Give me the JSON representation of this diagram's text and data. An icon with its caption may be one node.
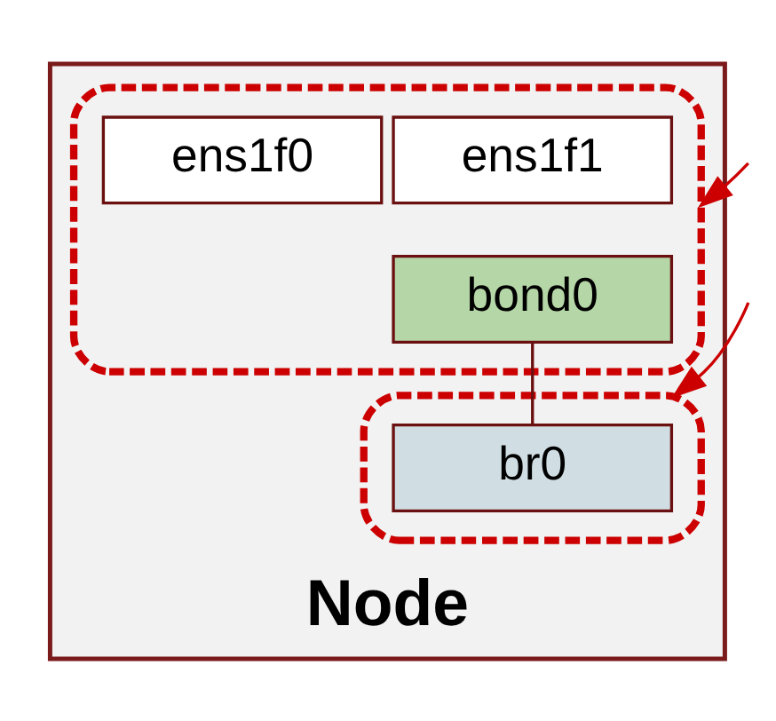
{
  "diagram": {
    "nodes": [
      {
        "text": [
          "Node"
        ]
      },
      {
        "text": [],
        "shape": "box",
        "in": 0
      },
      {
        "text": [
          "ens1f0"
        ],
        "in": 1
      },
      {
        "text": [
          "ens1f1"
        ],
        "in": 1
      },
      {
        "text": [
          "bond0"
        ],
        "in": 1
      },
      {
        "text": [],
        "shape": "box",
        "in": 0
      },
      {
        "text": [
          "br0"
        ],
        "in": 5
      }
    ],
    "edges": [
      {
        "from": 4,
        "to": 6,
        "arrow": "none",
        "color": "#6b1010"
      },
      {
        "from": null,
        "to": 1,
        "arrow": "to",
        "color": "#cc0000"
      },
      {
        "from": null,
        "to": 5,
        "arrow": "to",
        "color": "#cc0000"
      }
    ]
  }
}
